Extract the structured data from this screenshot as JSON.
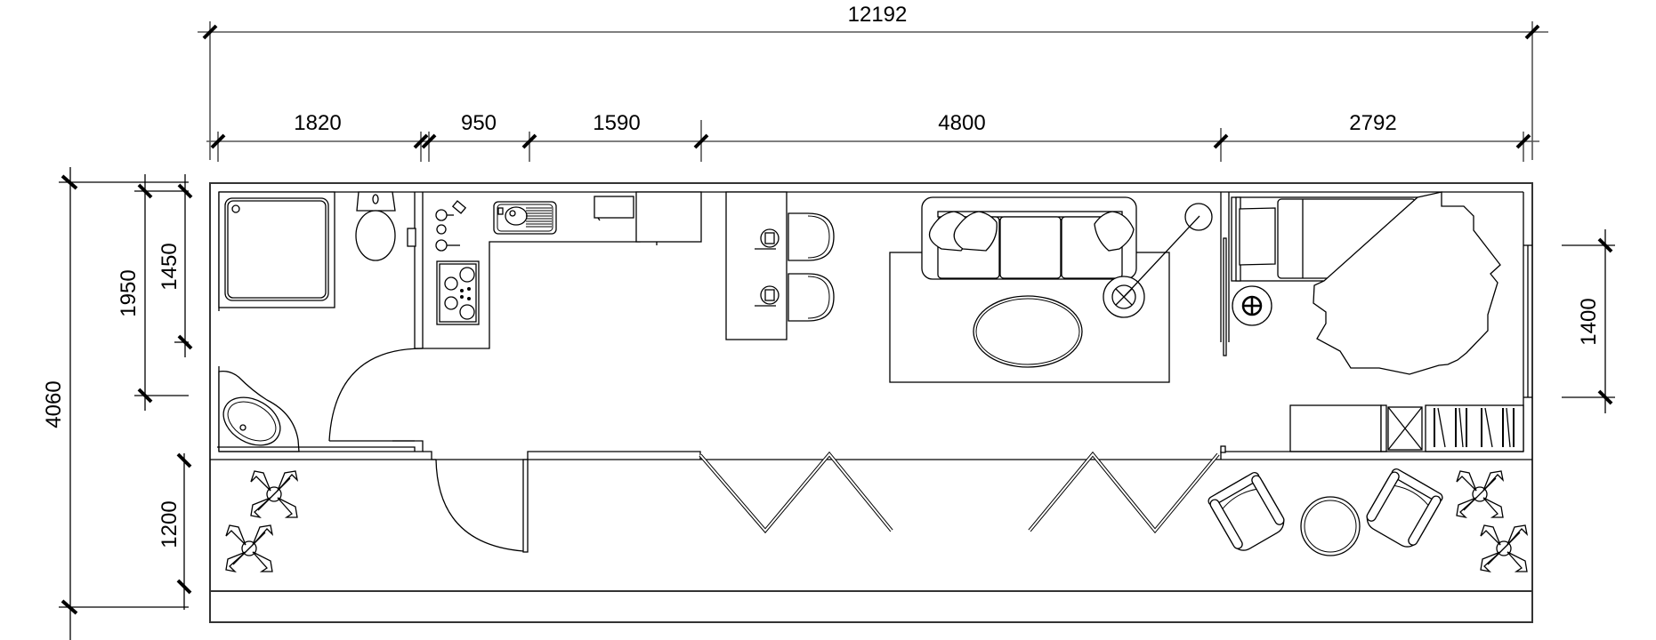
{
  "drawing": {
    "type": "floor-plan",
    "units": "mm",
    "colors": {
      "line": "#000000",
      "wall": "#333333",
      "background": "#ffffff"
    }
  },
  "dimensions": {
    "overall_length": "12192",
    "segments": [
      "1820",
      "950",
      "1590",
      "4800",
      "2792"
    ],
    "overall_width": "4060",
    "bathroom_depth": "1950",
    "shower_depth": "1450",
    "terrace_depth": "1200",
    "window_width": "1400"
  },
  "rooms": [
    {
      "name": "bathroom",
      "fixtures": [
        "shower-tray",
        "toilet",
        "corner-bathtub"
      ]
    },
    {
      "name": "kitchen",
      "fixtures": [
        "cooktop",
        "sink",
        "microwave",
        "fridge",
        "cookware"
      ]
    },
    {
      "name": "dining",
      "fixtures": [
        "bar-counter",
        "bar-stool",
        "bar-stool"
      ]
    },
    {
      "name": "living",
      "fixtures": [
        "sofa",
        "rug",
        "coffee-table",
        "floor-lamp"
      ]
    },
    {
      "name": "bedroom",
      "fixtures": [
        "bed",
        "nightstand",
        "rug",
        "wardrobe",
        "desk"
      ]
    },
    {
      "name": "terrace",
      "fixtures": [
        "plant",
        "plant",
        "armchair",
        "round-table",
        "armchair",
        "plant",
        "plant"
      ]
    }
  ]
}
